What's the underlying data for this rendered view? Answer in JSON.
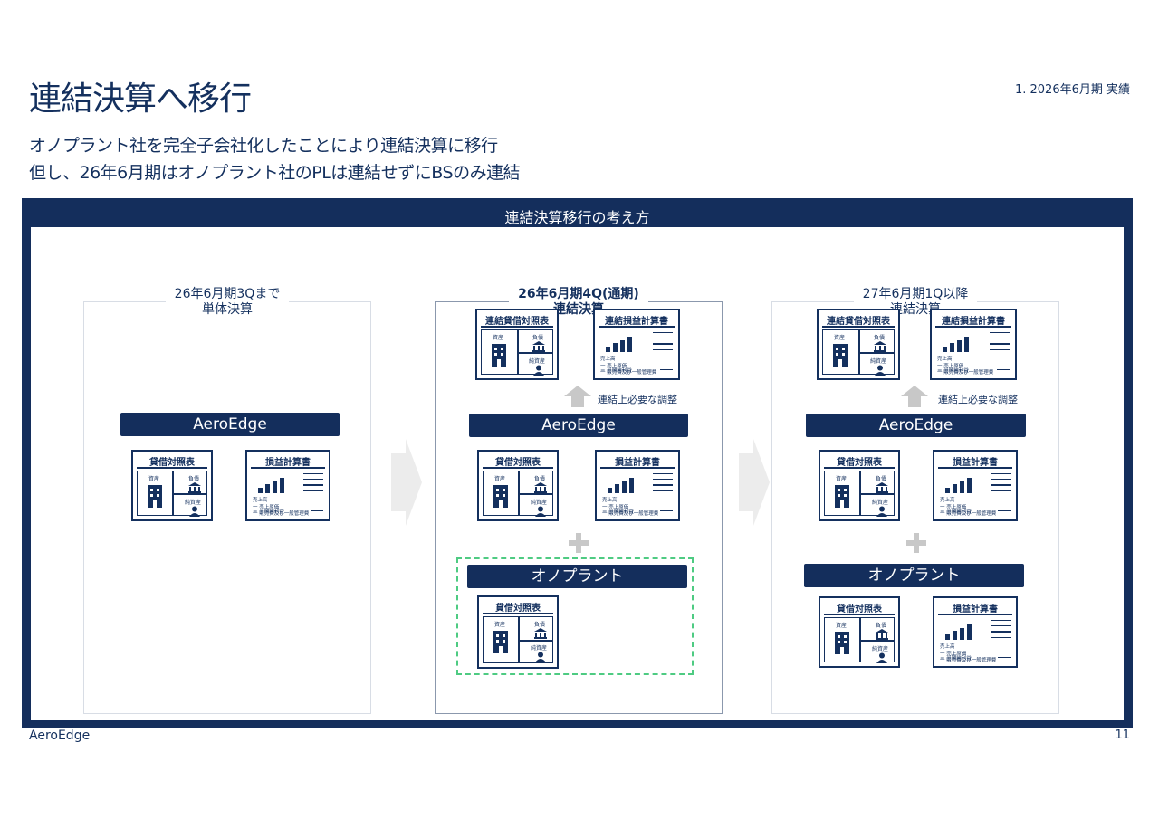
{
  "header": {
    "title": "連結決算へ移行",
    "section": "1. 2026年6月期 実績",
    "subtitle_line1": "オノプラント社を完全子会社化したことにより連結決算に移行",
    "subtitle_line2": "但し、26年6月期はオノプラント社のPLは連結せずにBSのみ連結"
  },
  "frame": {
    "title": "連結決算移行の考え方"
  },
  "columns": [
    {
      "heading_line1": "26年6月期3Qまで",
      "heading_line2": "単体決算"
    },
    {
      "heading_line1": "26年6月期4Q(通期)",
      "heading_line2": "連結決算"
    },
    {
      "heading_line1": "27年6月期1Q以降",
      "heading_line2": "連結決算"
    }
  ],
  "labels": {
    "aeroedge": "AeroEdge",
    "onoplant": "オノプラント",
    "adjustment": "連結上必要な調整",
    "bs": "貸借対照表",
    "pl": "損益計算書",
    "consolidated_bs": "連結貸借対照表",
    "consolidated_pl": "連結損益計算書",
    "assets": "資産",
    "liabilities": "負債",
    "net_assets": "純資産",
    "sales": "売上高",
    "cogs": "一 売上原価",
    "sga": "一 販売費及び一般管理費",
    "net_income": "＝ 当期純利益"
  },
  "footer": {
    "brand": "AeroEdge",
    "page": "11"
  },
  "colors": {
    "navy": "#142e5c",
    "dashed_green": "#4ecb82",
    "arrow_gray": "#c8c8c8"
  }
}
